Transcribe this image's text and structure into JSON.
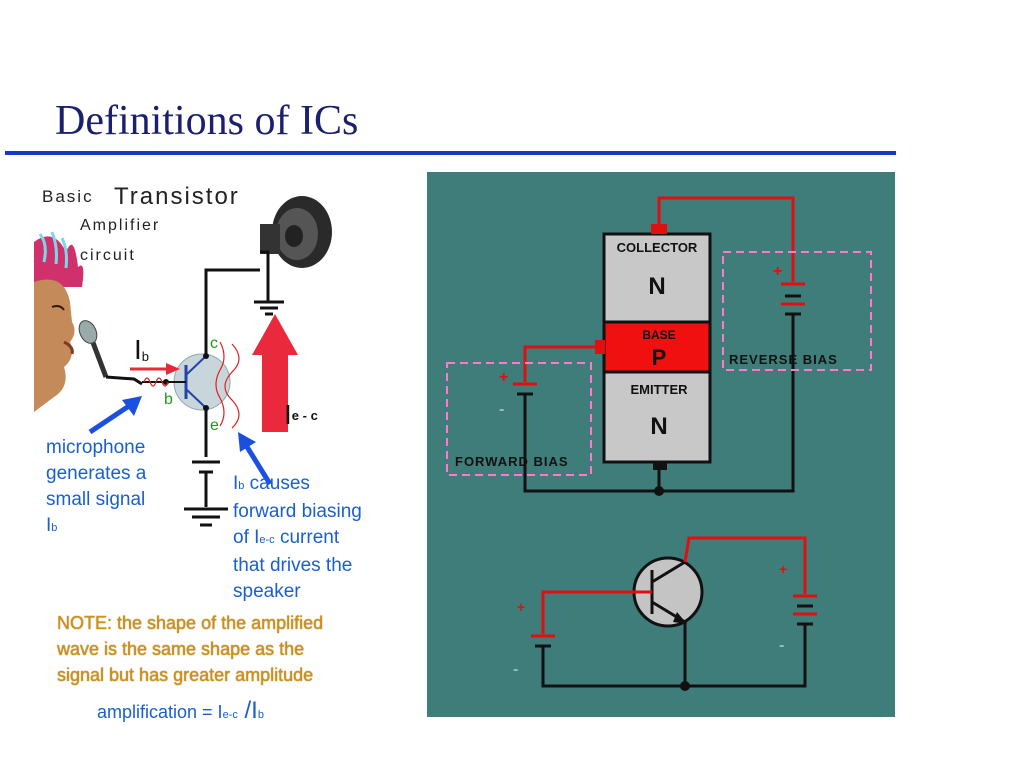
{
  "slide": {
    "title": "Definitions of ICs"
  },
  "left_figure": {
    "heading_line1_basic": "Basic",
    "heading_line1_transistor": "Transistor",
    "heading_line2": "Amplifier",
    "heading_line3": "circuit",
    "label_ib": "I",
    "label_ib_sub": "b",
    "label_iec": "I",
    "label_iec_sub": "e - c",
    "terminal_c": "c",
    "terminal_b": "b",
    "terminal_e": "e",
    "mic_text": [
      "microphone",
      "generates a",
      "small signal",
      "I"
    ],
    "mic_text_sub": "b",
    "cause_line1_sub": "b",
    "cause_line1": " causes",
    "cause_line2": "forward biasing",
    "cause_line3_pre": "of I",
    "cause_line3_sub": "e-c",
    "cause_line3_post": " current",
    "cause_line4": "that drives the",
    "cause_line5": "speaker",
    "note_lines": [
      "NOTE: the shape of the amplified",
      "wave is the same shape as the",
      "signal but has greater amplitude"
    ],
    "amplification_pre": "amplification = I",
    "amplification_sub1": "e-c",
    "amplification_slash": " /I",
    "amplification_sub2": "b"
  },
  "right_figure": {
    "background_color": "#3e7d7a",
    "collector_label": "COLLECTOR",
    "collector_type": "N",
    "base_label": "BASE",
    "base_type": "P",
    "emitter_label": "EMITTER",
    "emitter_type": "N",
    "forward_bias_label": "FORWARD BIAS",
    "reverse_bias_label": "REVERSE BIAS",
    "plus": "+",
    "minus": "-"
  }
}
